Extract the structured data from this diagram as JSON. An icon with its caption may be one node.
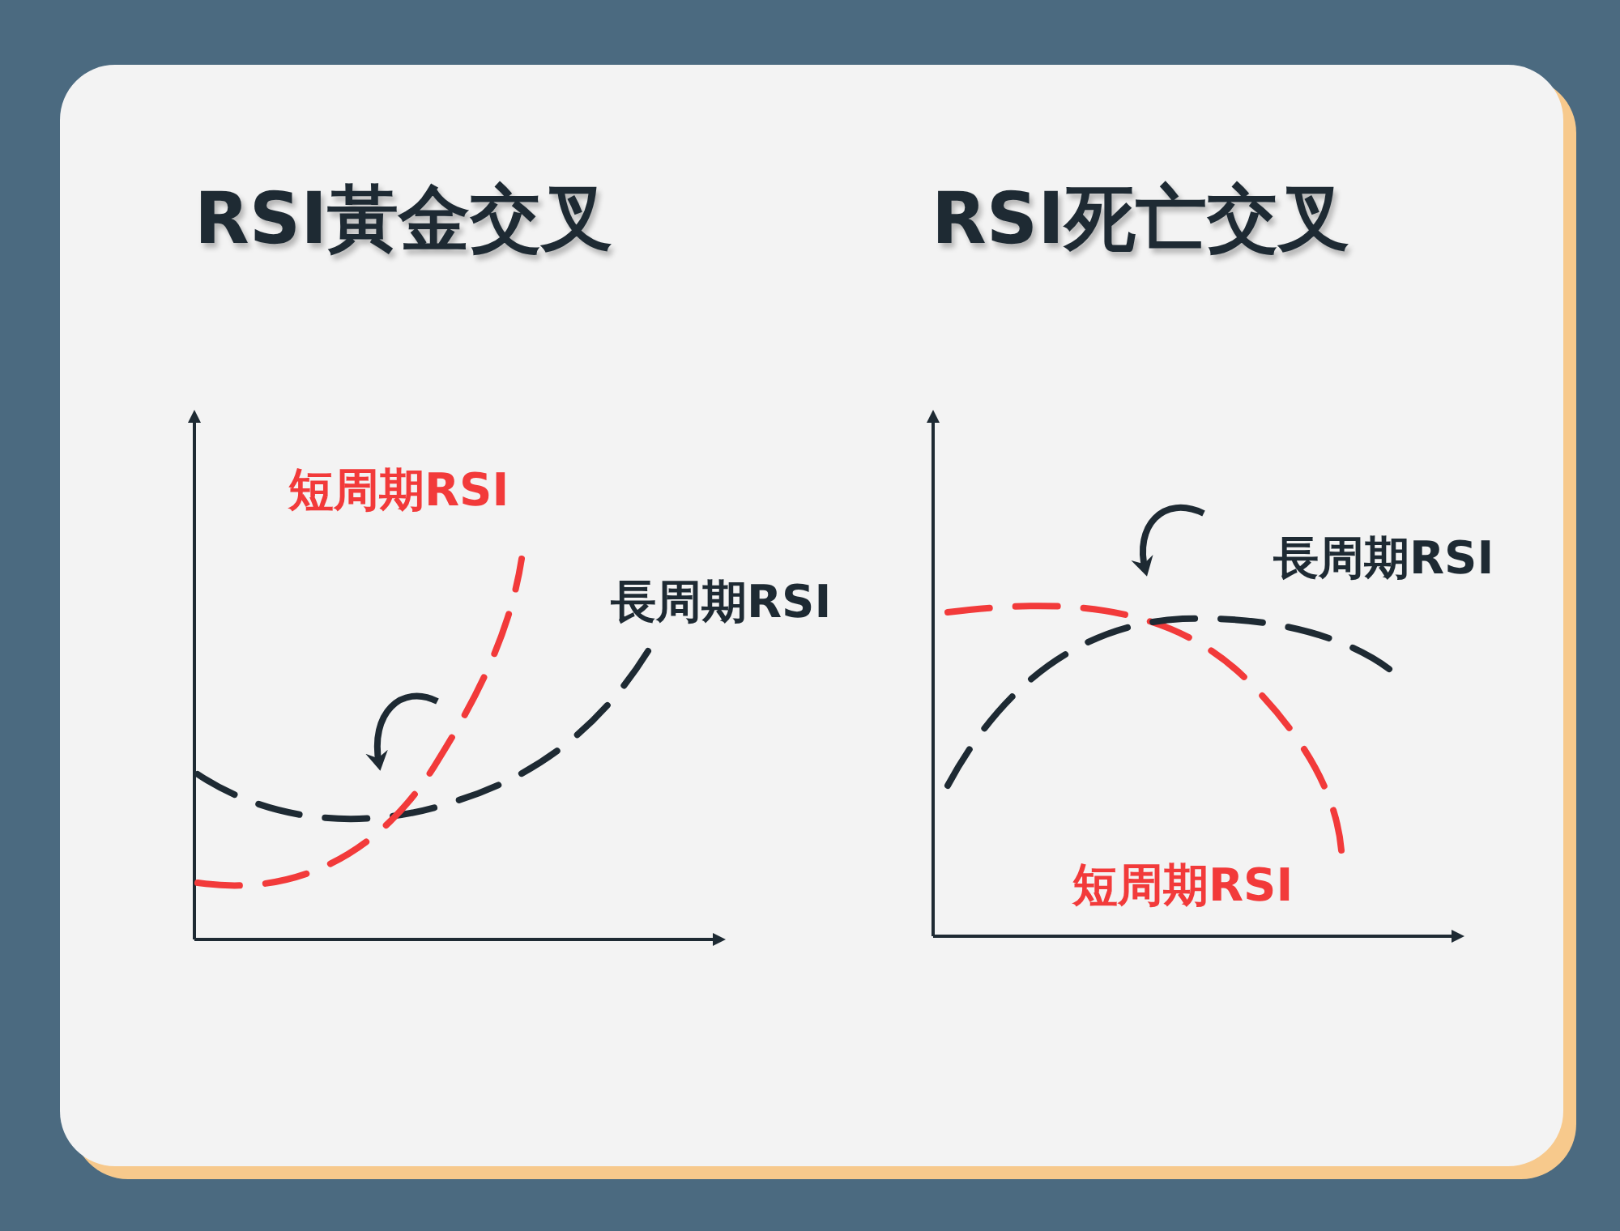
{
  "diagram": {
    "labels": [
      "RSI黃金交叉",
      "RSI死亡交叉",
      "短周期RSI",
      "長周期RSI",
      "長周期RSI",
      "短周期RSI"
    ]
  }
}
